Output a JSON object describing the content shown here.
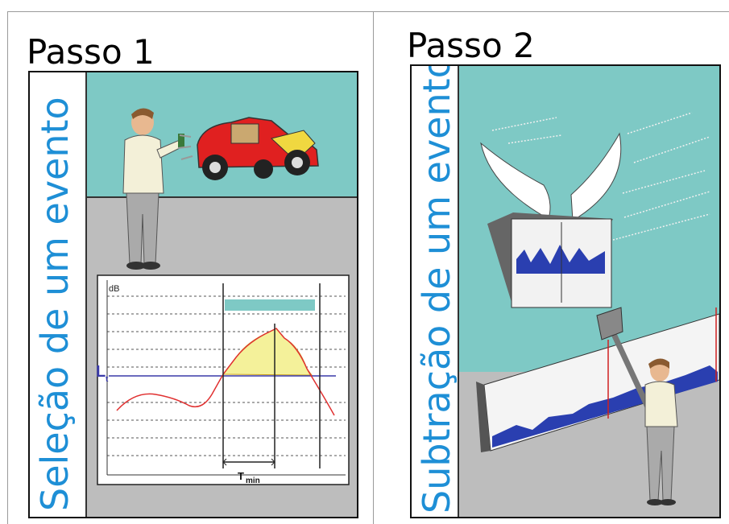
{
  "panels": [
    {
      "title": "Passo 1",
      "caption": "Seleção de um evento"
    },
    {
      "title": "Passo 2",
      "caption": "Subtração de um evento"
    }
  ],
  "graph": {
    "y_label": "dB",
    "threshold_label": "L",
    "threshold_sub": "t",
    "tmin_label": "T",
    "tmin_sub": "min"
  },
  "colors": {
    "sky": "#7ec9c5",
    "floor": "#bdbdbd",
    "caption": "#1e8fd6",
    "curve": "#e03030",
    "threshold": "#3a3aa8",
    "fill": "#f4f19a",
    "band": "#7ec9c5"
  }
}
